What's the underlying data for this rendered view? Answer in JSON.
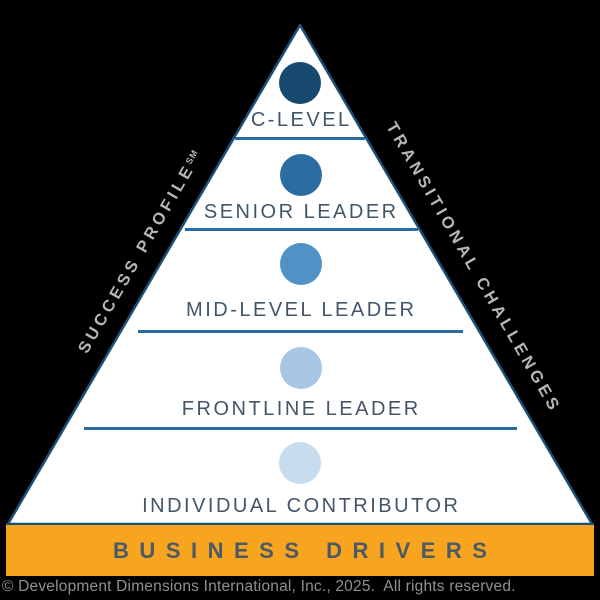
{
  "colors": {
    "background": "#000000",
    "triangle_fill": "#FFFFFF",
    "triangle_border": "#1A5076",
    "divider": "#2A6BA1",
    "level_label_text": "#42566A",
    "side_label_text": "#B5B8BA",
    "bar_fill": "#F7A41F",
    "bar_text": "#4B5A66",
    "copyright_text": "#8F9192"
  },
  "pyramid": {
    "levels": [
      {
        "label": "C-LEVEL",
        "dot_color": "#17486D"
      },
      {
        "label": "SENIOR LEADER",
        "dot_color": "#2B6CA3"
      },
      {
        "label": "MID-LEVEL LEADER",
        "dot_color": "#4E92C6"
      },
      {
        "label": "FRONTLINE LEADER",
        "dot_color": "#A6C6E1"
      },
      {
        "label": "INDIVIDUAL CONTRIBUTOR",
        "dot_color": "#C7DCEC"
      }
    ],
    "left_edge_label": "SUCCESS PROFILE",
    "left_edge_label_superscript": "SM",
    "right_edge_label": "TRANSITIONAL CHALLENGES"
  },
  "base_bar": {
    "label": "BUSINESS DRIVERS"
  },
  "footer": {
    "copyright": "© Development Dimensions International, Inc., 2025.  All rights reserved."
  }
}
